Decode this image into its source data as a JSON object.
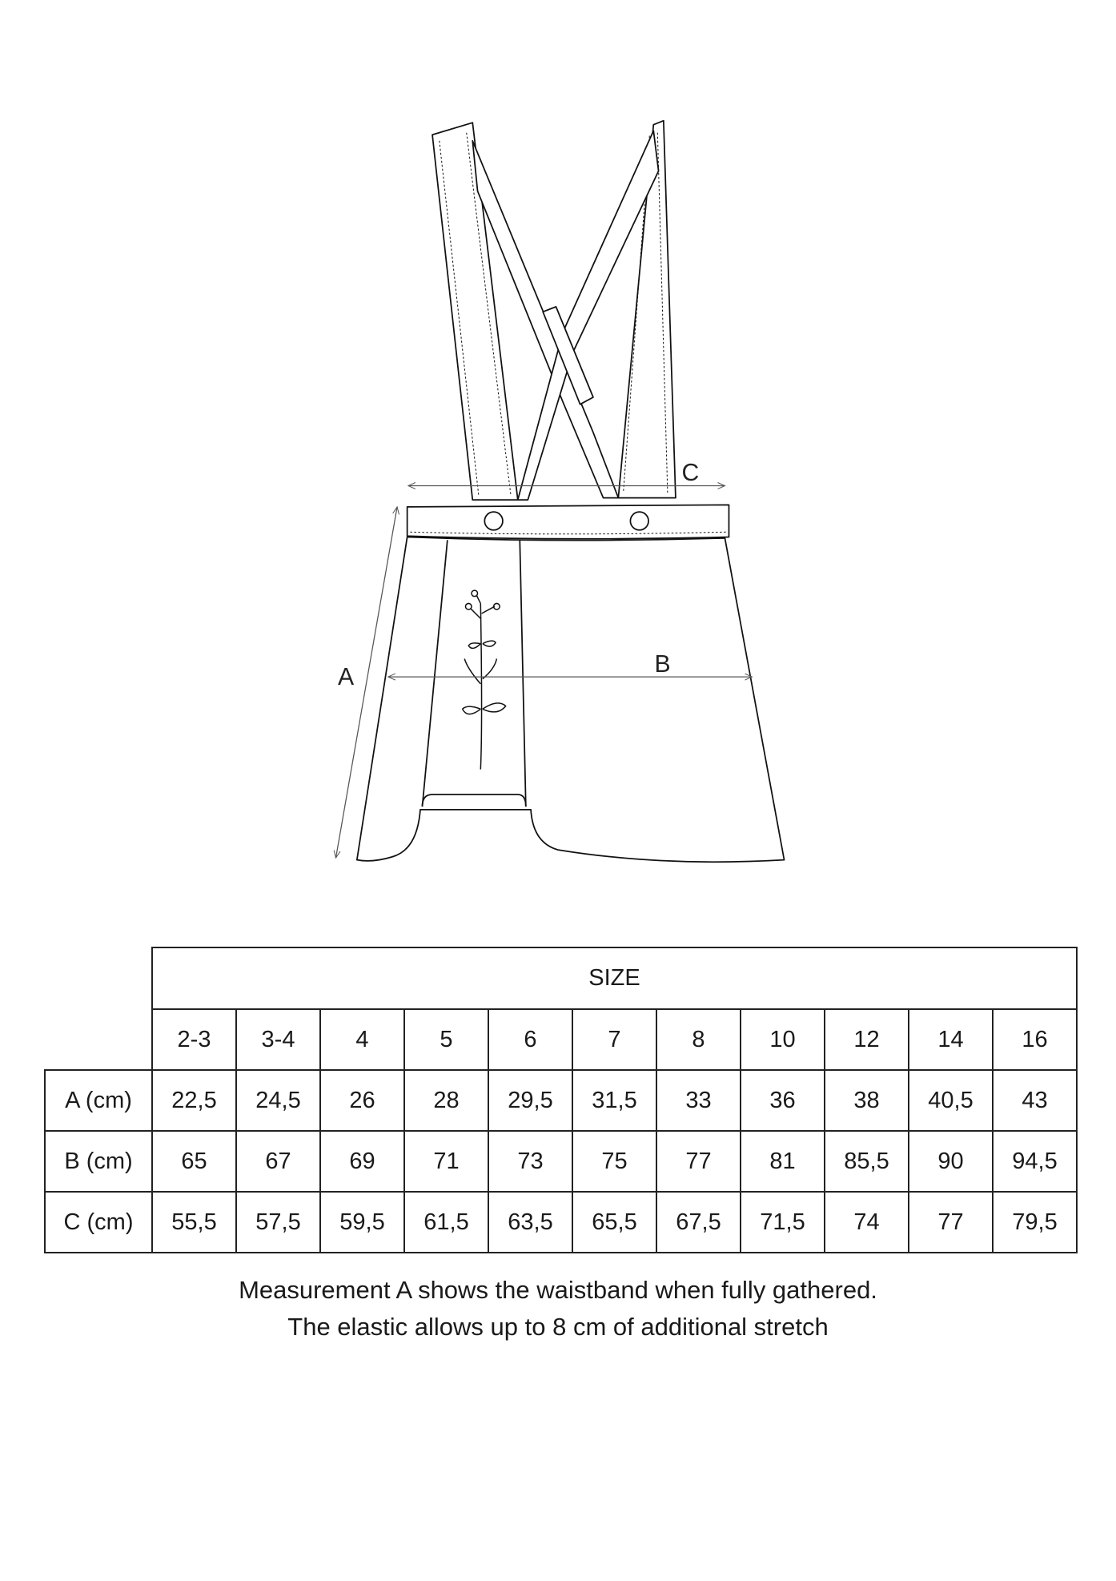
{
  "diagram": {
    "labels": {
      "a": "A",
      "b": "B",
      "c": "C"
    }
  },
  "table": {
    "size_header": "SIZE",
    "sizes": [
      "2-3",
      "3-4",
      "4",
      "5",
      "6",
      "7",
      "8",
      "10",
      "12",
      "14",
      "16"
    ],
    "rows": [
      {
        "label": "A (cm)",
        "values": [
          "22,5",
          "24,5",
          "26",
          "28",
          "29,5",
          "31,5",
          "33",
          "36",
          "38",
          "40,5",
          "43"
        ]
      },
      {
        "label": "B (cm)",
        "values": [
          "65",
          "67",
          "69",
          "71",
          "73",
          "75",
          "77",
          "81",
          "85,5",
          "90",
          "94,5"
        ]
      },
      {
        "label": "C (cm)",
        "values": [
          "55,5",
          "57,5",
          "59,5",
          "61,5",
          "63,5",
          "65,5",
          "67,5",
          "71,5",
          "74",
          "77",
          "79,5"
        ]
      }
    ]
  },
  "caption": {
    "line1": "Measurement A shows the waistband when fully gathered.",
    "line2": "The elastic allows up to 8 cm of additional stretch"
  }
}
